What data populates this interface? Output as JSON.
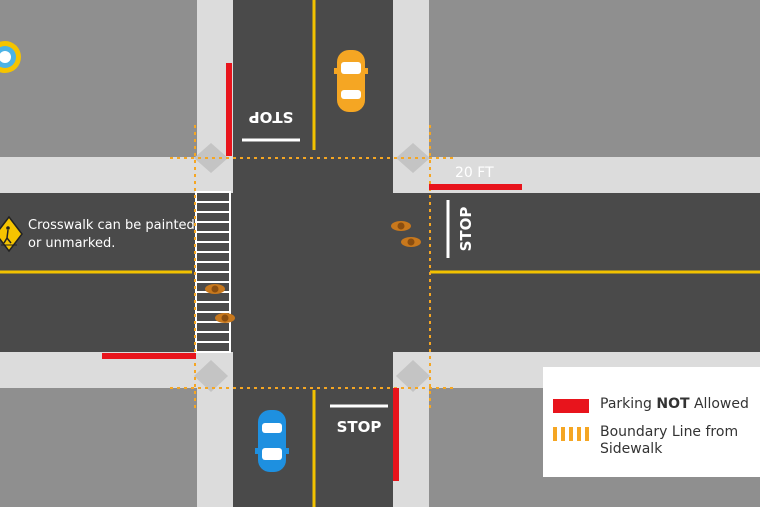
{
  "labels": {
    "stop_top": "STOP",
    "stop_right": "STOP",
    "stop_bottom": "STOP",
    "distance": "20 FT",
    "crosswalk_note": "Crosswalk can be painted or unmarked."
  },
  "legend": {
    "parking_prefix": "Parking ",
    "parking_strong": "NOT",
    "parking_suffix": " Allowed",
    "boundary": "Boundary Line from Sidewalk"
  },
  "colors": {
    "road": "#4a4a4a",
    "sidewalk": "#dcdcdc",
    "block": "#8f8f8f",
    "no_parking": "#e8141c",
    "boundary": "#f5a623",
    "center_line": "#f2c200",
    "car_top": "#f5a623",
    "car_bottom": "#1e90e0"
  },
  "icons": {
    "pedestrian_sign": "pedestrian-crossing-sign-icon",
    "logo": "logo-icon"
  }
}
